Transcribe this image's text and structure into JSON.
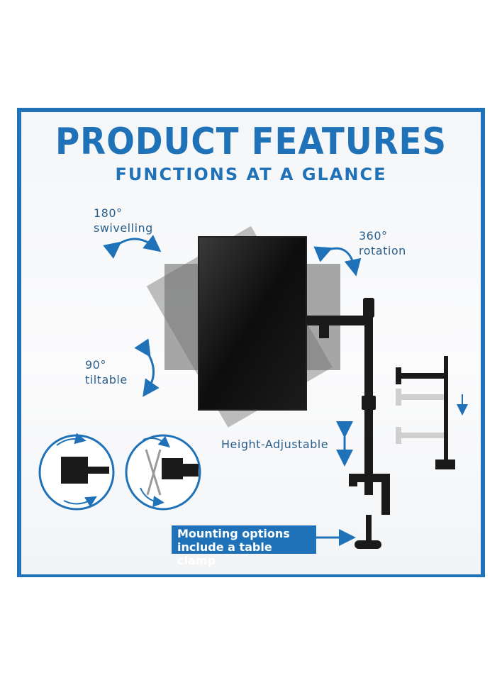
{
  "header": {
    "title": "PRODUCT FEATURES",
    "subtitle": "FUNCTIONS AT A GLANCE"
  },
  "features": {
    "swivel": {
      "line1": "180°",
      "line2": "swivelling"
    },
    "rotation": {
      "line1": "360°",
      "line2": "rotation"
    },
    "tilt": {
      "line1": "90°",
      "line2": "tiltable"
    },
    "height": {
      "label": "Height-Adjustable"
    }
  },
  "callout": {
    "line1": "Mounting options",
    "line2": "include a table clamp"
  },
  "colors": {
    "brand_blue": "#1f72b8",
    "label_blue": "#2a5e8c",
    "mount_black": "#1a1a1a"
  },
  "icons": [
    "curved-arrow-icon",
    "rotate-arrow-icon",
    "tilt-arrow-icon",
    "double-arrow-icon",
    "vesa-plate-icon",
    "clamp-icon"
  ]
}
